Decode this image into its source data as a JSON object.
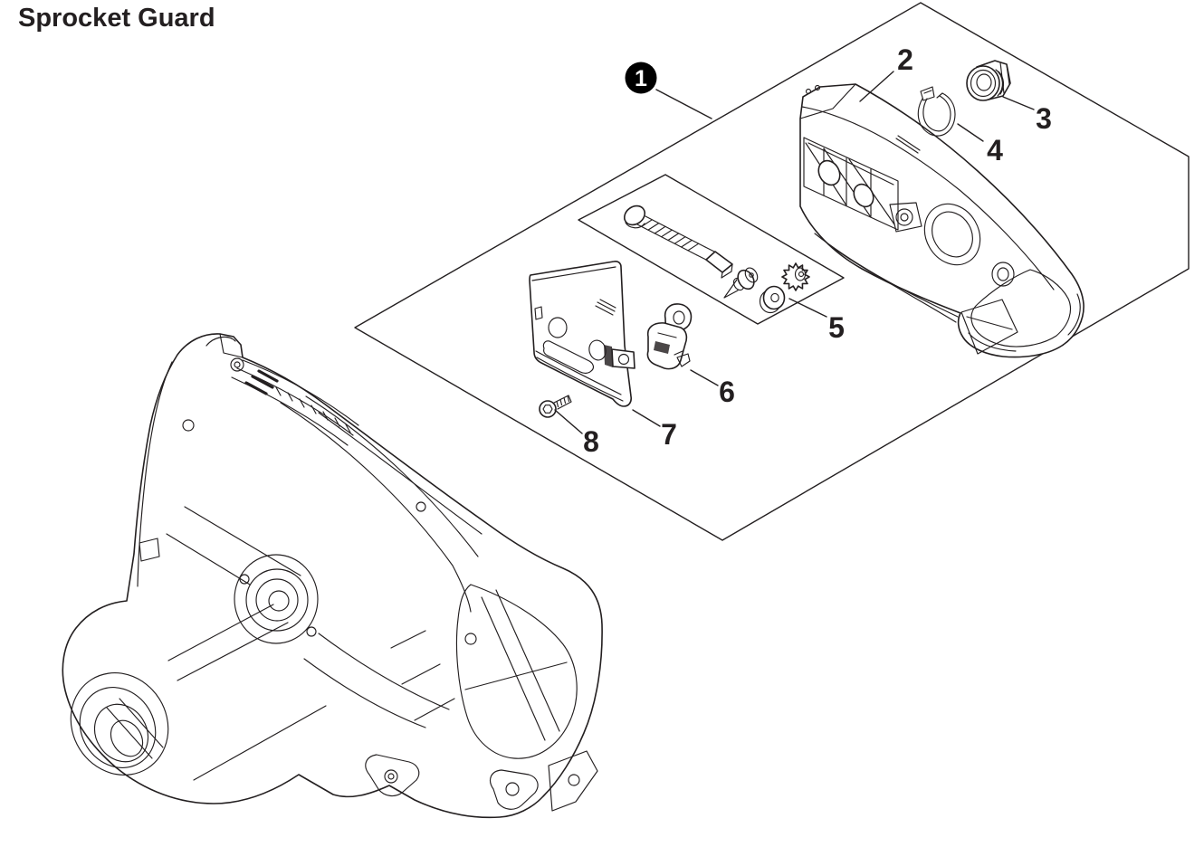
{
  "page": {
    "title": "Sprocket Guard",
    "background_color": "#ffffff",
    "line_color": "#231f20"
  },
  "diagram": {
    "badge": {
      "fill": "#000000",
      "text_color": "#ffffff"
    },
    "callouts": [
      {
        "number": "1",
        "style": "filled-circle"
      },
      {
        "number": "2",
        "style": "plain"
      },
      {
        "number": "3",
        "style": "plain"
      },
      {
        "number": "4",
        "style": "plain"
      },
      {
        "number": "5",
        "style": "plain"
      },
      {
        "number": "6",
        "style": "plain"
      },
      {
        "number": "7",
        "style": "plain"
      },
      {
        "number": "8",
        "style": "plain"
      }
    ]
  }
}
